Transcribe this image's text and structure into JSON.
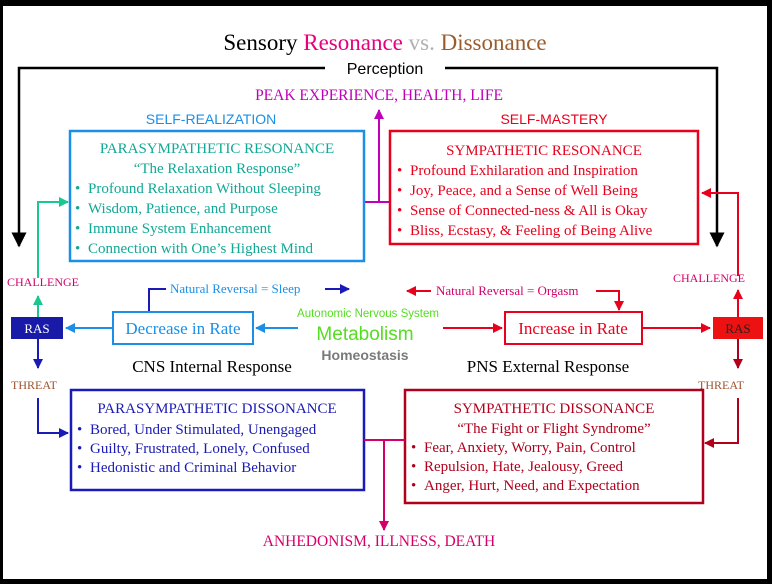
{
  "title": {
    "w1": "Sensory",
    "w2": "Resonance",
    "w3": "vs.",
    "w4": "Dissonance"
  },
  "perception": "Perception",
  "peak": "PEAK EXPERIENCE, HEALTH, LIFE",
  "bottom": "ANHEDONISM, ILLNESS, DEATH",
  "self_realization": "SELF-REALIZATION",
  "self_mastery": "SELF-MASTERY",
  "para_res": {
    "title": "PARASYMPATHETIC RESONANCE",
    "subtitle": "“The Relaxation Response”",
    "items": [
      "Profound Relaxation Without Sleeping",
      "Wisdom, Patience, and Purpose",
      "Immune System Enhancement",
      "Connection with One’s Highest Mind"
    ]
  },
  "symp_res": {
    "title": "SYMPATHETIC RESONANCE",
    "items": [
      "Profound Exhilaration and Inspiration",
      "Joy, Peace, and a Sense of Well Being",
      "Sense of Connected-ness & All is Okay",
      "Bliss, Ecstasy, & Feeling of Being Alive"
    ]
  },
  "para_dis": {
    "title": "PARASYMPATHETIC  DISSONANCE",
    "items": [
      "Bored, Under Stimulated, Unengaged",
      "Guilty, Frustrated, Lonely, Confused",
      "Hedonistic and Criminal Behavior"
    ]
  },
  "symp_dis": {
    "title": "SYMPATHETIC DISSONANCE",
    "subtitle": "“The Fight or Flight Syndrome”",
    "items": [
      "Fear, Anxiety, Worry, Pain, Control",
      "Repulsion, Hate, Jealousy, Greed",
      "Anger, Hurt, Need, and Expectation"
    ]
  },
  "center": {
    "ans": "Autonomic Nervous System",
    "metabolism": "Metabolism",
    "homeostasis": "Homeostasis",
    "decrease": "Decrease in Rate",
    "increase": "Increase in Rate",
    "reversal_sleep": "Natural Reversal = Sleep",
    "reversal_orgasm": "Natural Reversal = Orgasm",
    "cns": "CNS Internal Response",
    "pns": "PNS External Response"
  },
  "left": {
    "challenge": "CHALLENGE",
    "ras": "RAS",
    "threat": "THREAT"
  },
  "right": {
    "challenge": "CHALLENGE",
    "ras": "RAS",
    "threat": "THREAT"
  },
  "colors": {
    "resonance": "#e6007e",
    "vs": "#b0b0b0",
    "dissonance": "#9c5b2b",
    "magenta": "#c000b8",
    "light_blue": "#1a8fe8",
    "cyan_text": "#11a896",
    "red": "#e8001c",
    "navy": "#1a1ab8",
    "dark_red": "#b0001c",
    "green": "#55dd22",
    "teal": "#18c890",
    "pink": "#d4006a",
    "orange_brown": "#a0522d",
    "ras_left_bg": "#1a1aa8",
    "ras_right_bg": "#ee1111"
  }
}
